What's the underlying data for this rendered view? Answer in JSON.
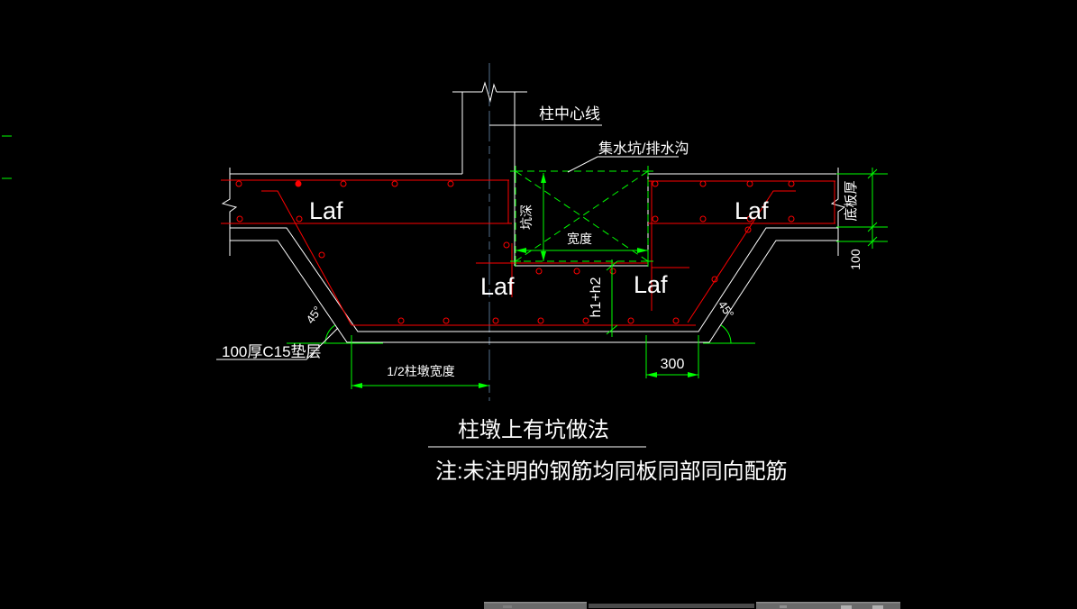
{
  "drawing": {
    "title": "柱墩上有坑做法",
    "note": "注:未注明的钢筋均同板同部同向配筋",
    "labels": {
      "column_centerline": "柱中心线",
      "sump_pit_drain": "集水坑/排水沟",
      "pit_depth": "坑深",
      "pit_width": "宽度",
      "anchorage": "Laf",
      "pit_total_depth": "h1+h2",
      "base_slab_thickness": "底板厚",
      "cushion_thickness": "100",
      "cushion_layer": "100厚C15垫层",
      "half_pier_width": "1/2柱墩宽度",
      "pit_edge_offset": "300",
      "slope_angle": "45°"
    },
    "colors": {
      "background": "#000000",
      "concrete_outline": "#ffffff",
      "rebar": "#ff0000",
      "dimensions": "#00ff00",
      "centerline": "#3d5065",
      "taskbar": "#6a6a6a"
    }
  }
}
